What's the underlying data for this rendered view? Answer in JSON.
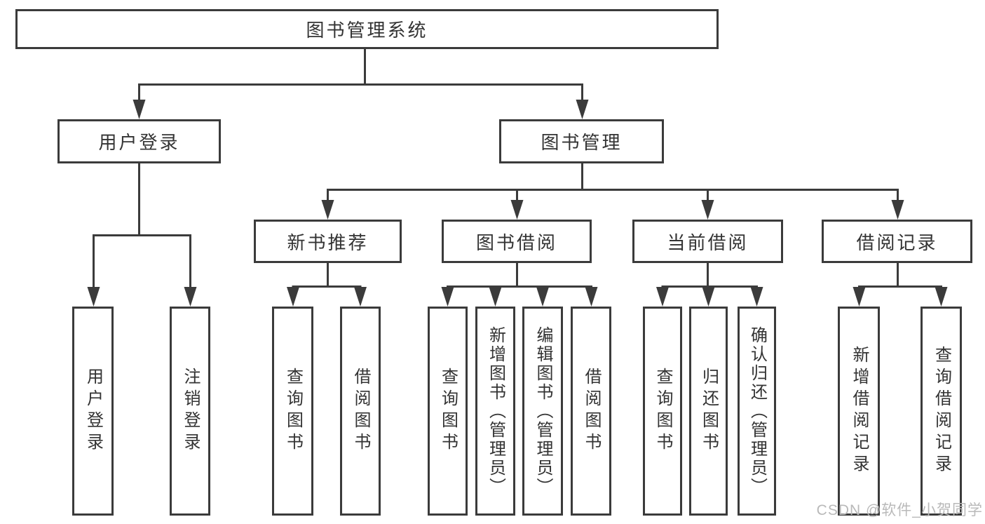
{
  "diagram": {
    "root": "图书管理系统",
    "level2": {
      "user_login": "用户登录",
      "book_mgmt": "图书管理"
    },
    "level3": {
      "new_books": "新书推荐",
      "book_borrow": "图书借阅",
      "current_borrow": "当前借阅",
      "borrow_records": "借阅记录"
    },
    "leaves": {
      "user_login": "用户登录",
      "logout": "注销登录",
      "nb_query": "查询图书",
      "nb_borrow": "借阅图书",
      "bb_query": "查询图书",
      "bb_add": "新增图书（管理员）",
      "bb_edit": "编辑图书（管理员）",
      "bb_borrow": "借阅图书",
      "cb_query": "查询图书",
      "cb_return": "归还图书",
      "cb_confirm": "确认归还（管理员）",
      "rec_add": "新增借阅记录",
      "rec_query": "查询借阅记录"
    },
    "watermark": "CSDN @软件_小贺同学",
    "colors": {
      "line": "#3b3b3b",
      "text": "#333333",
      "watermark": "#b9b9b9",
      "background": "#ffffff"
    }
  }
}
